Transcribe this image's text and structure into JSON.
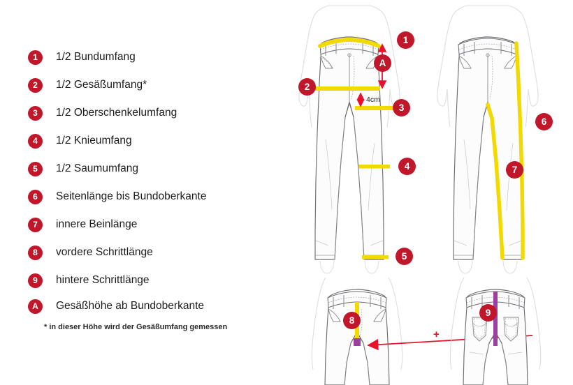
{
  "legend": {
    "items": [
      {
        "badge": "1",
        "label": "1/2 Bundumfang"
      },
      {
        "badge": "2",
        "label": "1/2 Gesäßumfang*"
      },
      {
        "badge": "3",
        "label": "1/2 Oberschenkelumfang"
      },
      {
        "badge": "4",
        "label": "1/2 Knieumfang"
      },
      {
        "badge": "5",
        "label": "1/2 Saumumfang"
      },
      {
        "badge": "6",
        "label": "Seitenlänge bis Bundoberkante"
      },
      {
        "badge": "7",
        "label": "innere Beinlänge"
      },
      {
        "badge": "8",
        "label": "vordere Schrittlänge"
      },
      {
        "badge": "9",
        "label": "hintere Schrittlänge"
      },
      {
        "badge": "A",
        "label": "Gesäßhöhe ab Bundoberkante"
      }
    ],
    "footnote": "* in dieser Höhe wird der Gesäßumfang gemessen"
  },
  "figures": {
    "front_view": {
      "markers": [
        {
          "badge": "1",
          "measure": "waistband-half-circumference"
        },
        {
          "badge": "2",
          "measure": "hip-half-circumference"
        },
        {
          "badge": "3",
          "measure": "thigh-half-circumference"
        },
        {
          "badge": "4",
          "measure": "knee-half-circumference"
        },
        {
          "badge": "5",
          "measure": "hem-half-circumference"
        },
        {
          "badge": "A",
          "measure": "seat-height-from-waistband"
        }
      ],
      "offset_label": "4cm"
    },
    "back_view": {
      "markers": [
        {
          "badge": "6",
          "measure": "side-length-to-waistband-top"
        },
        {
          "badge": "7",
          "measure": "inner-leg-length"
        }
      ]
    },
    "front_detail": {
      "markers": [
        {
          "badge": "8",
          "measure": "front-rise"
        }
      ]
    },
    "back_detail": {
      "markers": [
        {
          "badge": "9",
          "measure": "back-rise"
        }
      ],
      "plus_sign": "+"
    }
  },
  "colors": {
    "badge_red": "#C0172B",
    "arrow_red": "#E8112D",
    "measure_yellow": "#F2D900",
    "rise_purple": "#9B3FA0",
    "garment_outline": "#6E6E73",
    "mannequin_outline": "#D8D8DC",
    "background": "#FFFFFF"
  }
}
